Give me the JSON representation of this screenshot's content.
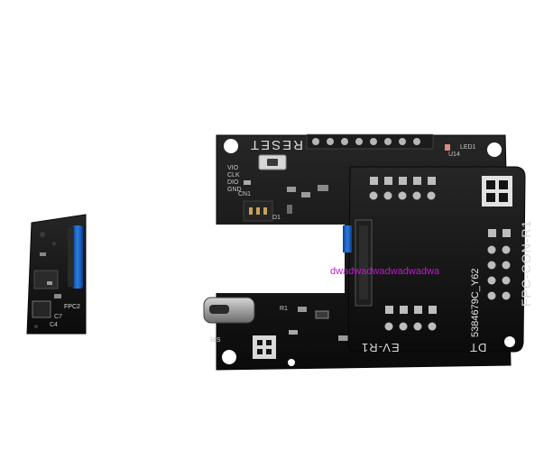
{
  "scene": {
    "description_labels": {
      "left_board": "FPC2",
      "main_board_reset": "RESET",
      "main_board_name": "DT",
      "main_board_suffix": "EV-R1",
      "adapter_board_name": "FPC-CON-R1",
      "adapter_part_code": "5384679C_Y62",
      "watermark": "dwadwadwadwadwadwa",
      "edge_text": "les",
      "silk_u14": "U14",
      "silk_led1": "LED1",
      "silk_vio": "VIO",
      "silk_clk": "CLK",
      "silk_dio": "DIO",
      "silk_gnd": "GND",
      "silk_cn1": "CN1",
      "silk_d1": "D1",
      "silk_r1": "R1",
      "silk_c7": "C7",
      "silk_c4": "C4"
    },
    "colors": {
      "background": "#ffffff",
      "pcb": "#141414",
      "pcb_dark": "#0c0c0c",
      "silk": "#dcdcdc",
      "pad": "#b9b9b9",
      "fpc_blue": "#1d63c8",
      "watermark": "#c218d2",
      "header_gold": "#b48a2e"
    }
  }
}
